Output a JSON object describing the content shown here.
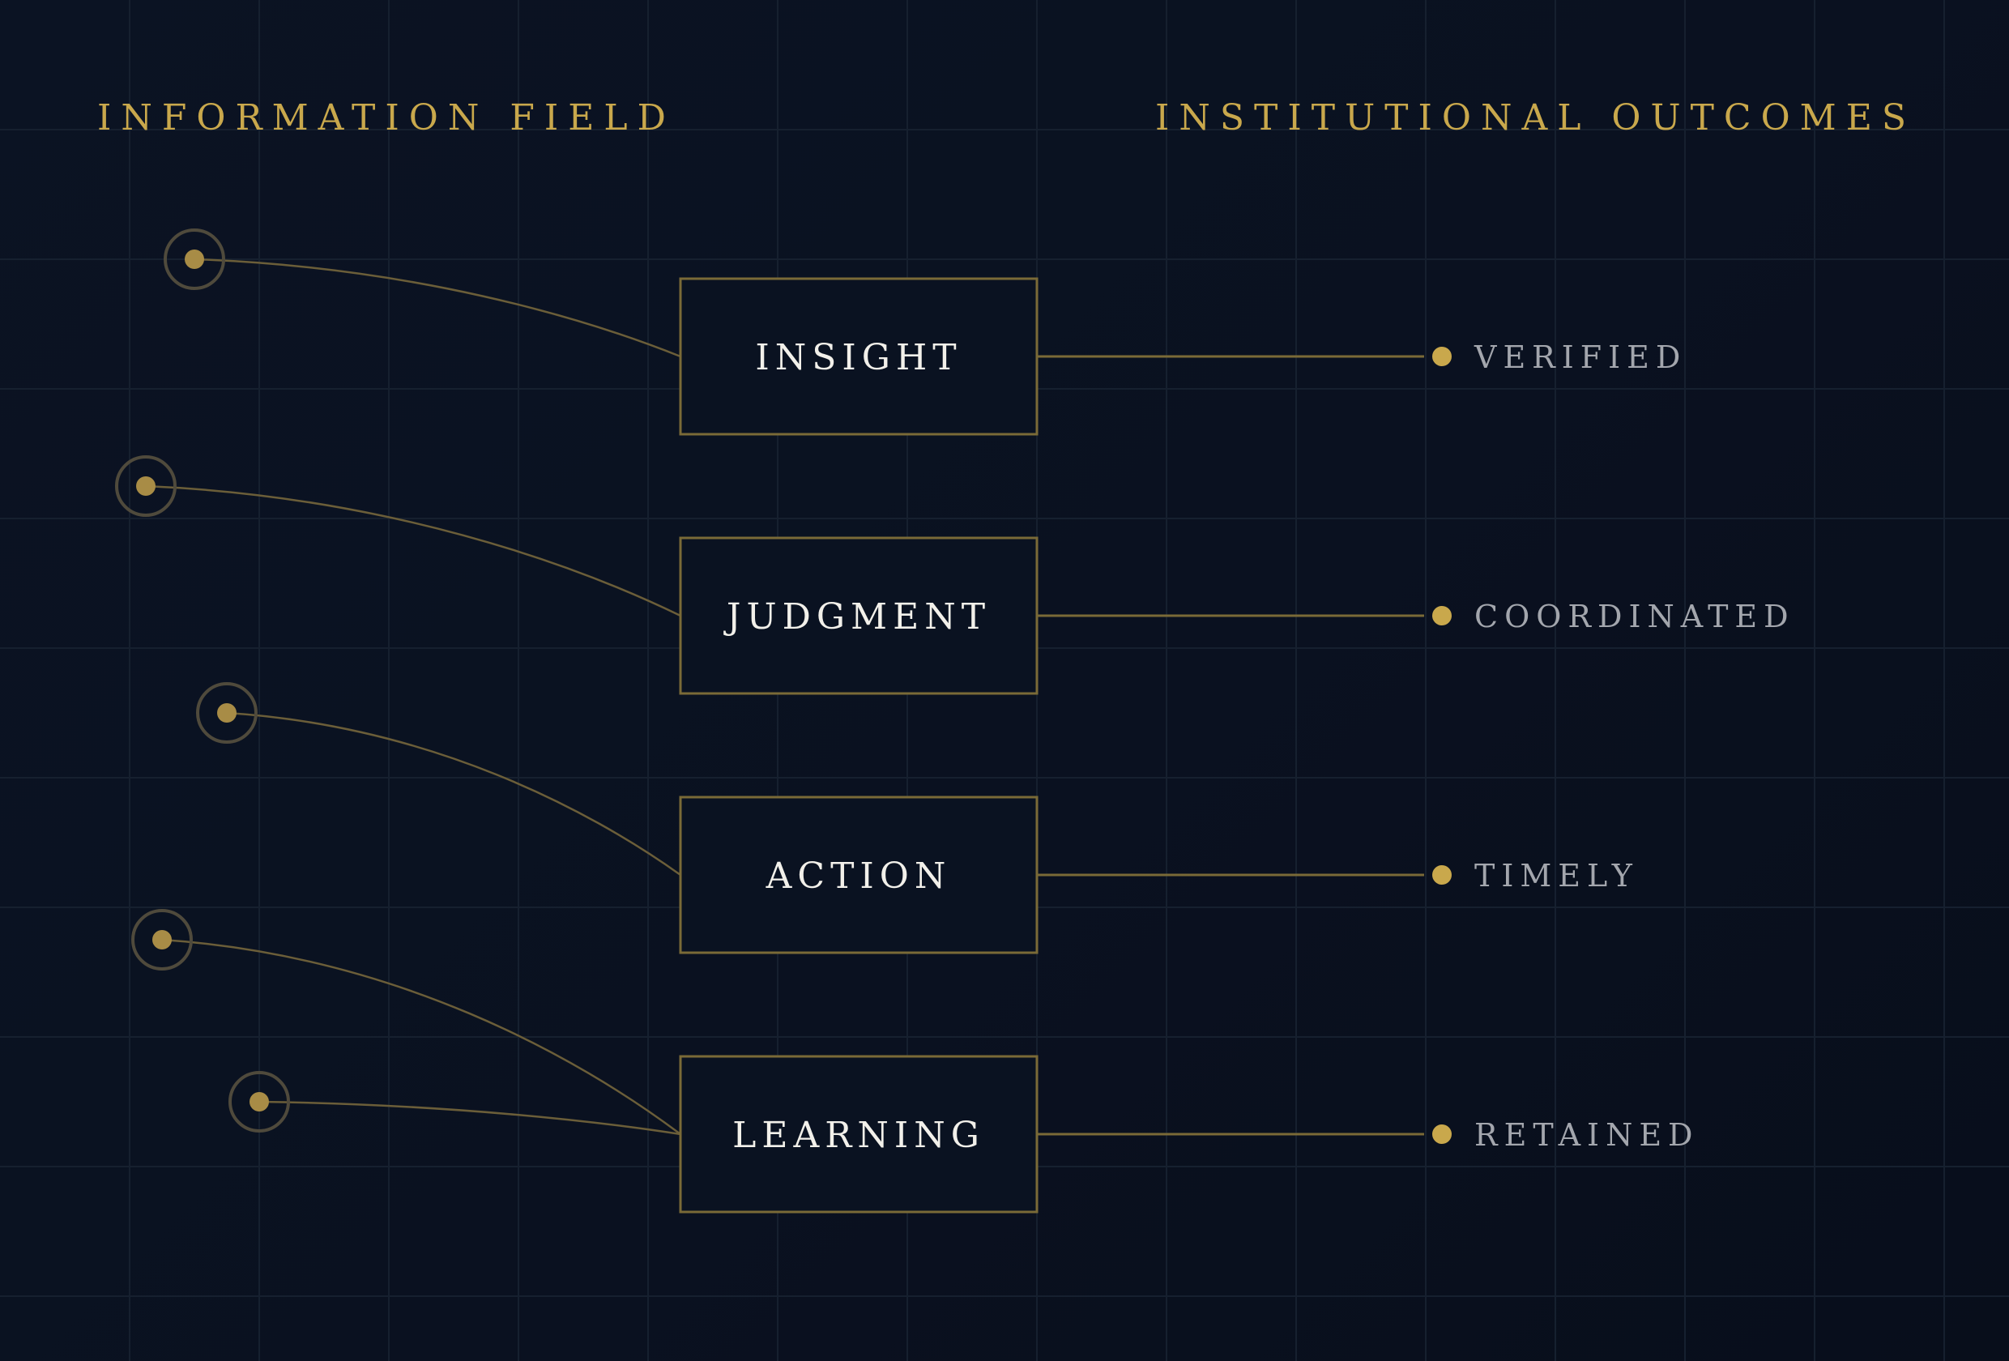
{
  "headings": {
    "left": "INFORMATION FIELD",
    "right": "INSTITUTIONAL OUTCOMES"
  },
  "stages": [
    {
      "label": "INSIGHT",
      "outcome": "VERIFIED"
    },
    {
      "label": "JUDGMENT",
      "outcome": "COORDINATED"
    },
    {
      "label": "ACTION",
      "outcome": "TIMELY"
    },
    {
      "label": "LEARNING",
      "outcome": "RETAINED"
    }
  ],
  "sources": [
    {
      "target_stage": 0
    },
    {
      "target_stage": 1
    },
    {
      "target_stage": 2
    },
    {
      "target_stage": 3
    },
    {
      "target_stage": 3
    }
  ],
  "colors": {
    "background": "#0a1220",
    "grid": "#16202f",
    "accent": "#c9a84c",
    "box_border": "#7a6a37",
    "connector": "#6b5e39",
    "source_node": "#a88c46",
    "source_ring": "#4f4a3c",
    "box_text": "#f2f0ea",
    "outcome_text": "#a3a6ad"
  }
}
